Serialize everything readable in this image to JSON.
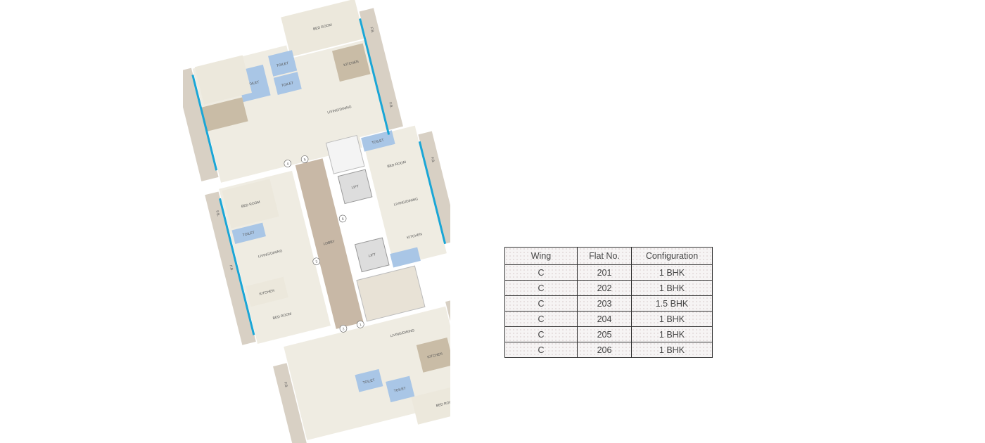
{
  "floor_plan": {
    "rooms": {
      "bed_room": "BED ROOM",
      "toilet": "TOILET",
      "kitchen": "KITCHEN",
      "living_dining": "LIVING/DINING",
      "lift": "LIFT",
      "lobby": "LOBBY",
      "fb": "F.B."
    },
    "flat_markers": [
      "1",
      "2",
      "3",
      "4",
      "5",
      "6"
    ]
  },
  "table": {
    "headers": [
      "Wing",
      "Flat No.",
      "Configuration"
    ],
    "rows": [
      [
        "C",
        "201",
        "1 BHK"
      ],
      [
        "C",
        "202",
        "1 BHK"
      ],
      [
        "C",
        "203",
        "1.5 BHK"
      ],
      [
        "C",
        "204",
        "1 BHK"
      ],
      [
        "C",
        "205",
        "1 BHK"
      ],
      [
        "C",
        "206",
        "1 BHK"
      ]
    ]
  },
  "colors": {
    "floor": "#efece2",
    "toilet": "#a9c6e6",
    "kitchen": "#c9bca6",
    "balcony": "#d8d0c4",
    "window": "#1aa6d6",
    "lobby": "#c8b8a6"
  }
}
